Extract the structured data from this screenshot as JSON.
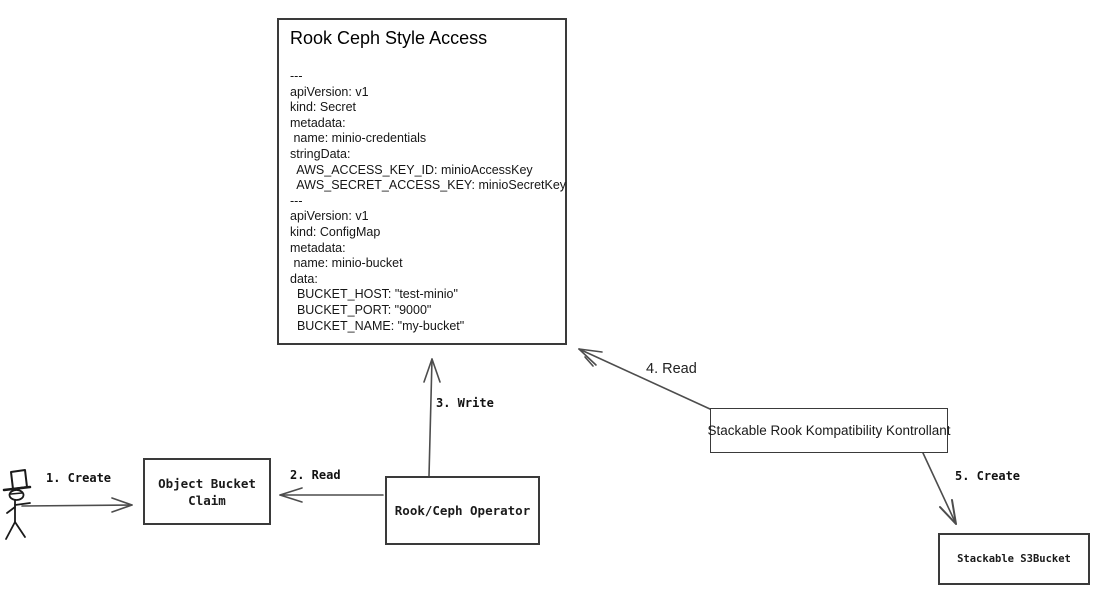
{
  "colors": {
    "ink": "#1a1a1a",
    "box_stroke": "#3a3a3a",
    "arrow_stroke": "#4d4d4d",
    "background": "#ffffff"
  },
  "main_box": {
    "title": "Rook Ceph Style Access",
    "yaml_lines": [
      "---",
      "apiVersion: v1",
      "kind: Secret",
      "metadata:",
      " name: minio-credentials",
      "stringData:",
      "  AWS_ACCESS_KEY_ID: minioAccessKey",
      "  AWS_SECRET_ACCESS_KEY: minioSecretKey",
      "---",
      "apiVersion: v1",
      "kind: ConfigMap",
      "metadata:",
      " name: minio-bucket",
      "data:",
      "  BUCKET_HOST: \"test-minio\"",
      "  BUCKET_PORT: \"9000\"",
      "  BUCKET_NAME: \"my-bucket\""
    ]
  },
  "nodes": {
    "object_bucket_claim": {
      "label": "Object Bucket Claim"
    },
    "rook_ceph_operator": {
      "label": "Rook/Ceph Operator"
    },
    "stackable_kontrollant": {
      "label": "Stackable Rook Kompatibility Kontrollant"
    },
    "stackable_s3bucket": {
      "label": "Stackable S3Bucket"
    }
  },
  "edges": {
    "create1": {
      "label": "1. Create"
    },
    "read2": {
      "label": "2. Read"
    },
    "write3": {
      "label": "3. Write"
    },
    "read4": {
      "label": "4. Read"
    },
    "create5": {
      "label": "5. Create"
    }
  },
  "icons": {
    "actor": "user-stick-figure-icon"
  }
}
